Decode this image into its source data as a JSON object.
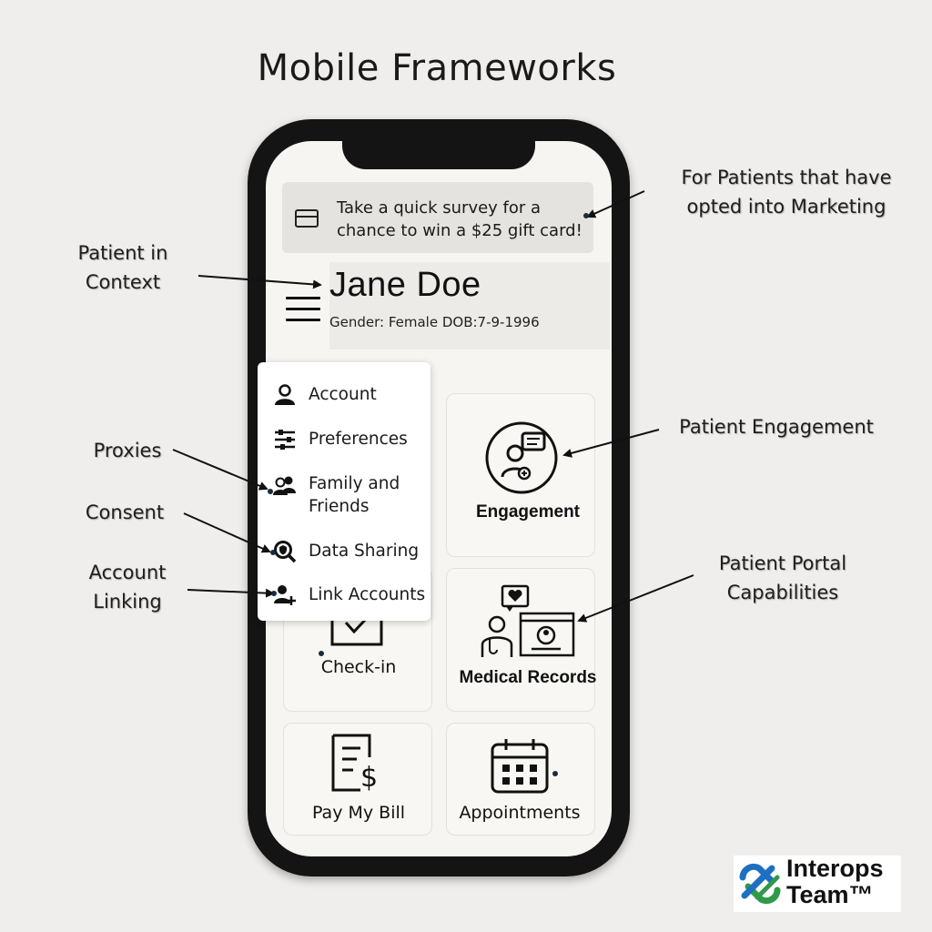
{
  "title": "Mobile Frameworks",
  "callouts": {
    "marketing": "For Patients that have opted into Marketing",
    "patient_context": "Patient in Context",
    "proxies": "Proxies",
    "consent": "Consent",
    "account_linking": "Account Linking",
    "patient_engagement": "Patient Engagement",
    "portal_capabilities": "Patient Portal Capabilities"
  },
  "survey_banner": {
    "icon": "card-icon",
    "text": "Take a quick survey for a chance to win a $25 gift card!"
  },
  "patient": {
    "name": "Jane Doe",
    "details": "Gender: Female  DOB:7-9-1996"
  },
  "menu": {
    "items": [
      {
        "label": "Account",
        "icon": "person-icon"
      },
      {
        "label": "Preferences",
        "icon": "sliders-icon"
      },
      {
        "label": "Family and Friends",
        "icon": "people-icon"
      },
      {
        "label": "Data Sharing",
        "icon": "search-shield-icon"
      },
      {
        "label": "Link Accounts",
        "icon": "add-user-icon"
      }
    ]
  },
  "tiles": {
    "engagement": "Engagement",
    "check_in": "Check-in",
    "medical_records": "Medical Records",
    "pay_bill": "Pay My Bill",
    "appointments": "Appointments"
  },
  "logo": {
    "line1": "Interops",
    "line2": "Team™"
  },
  "colors": {
    "background": "#efeeec",
    "phone_frame": "#141414",
    "screen": "#f6f5f2",
    "logo_blue": "#1f6fc1",
    "logo_green": "#2f9a48"
  }
}
